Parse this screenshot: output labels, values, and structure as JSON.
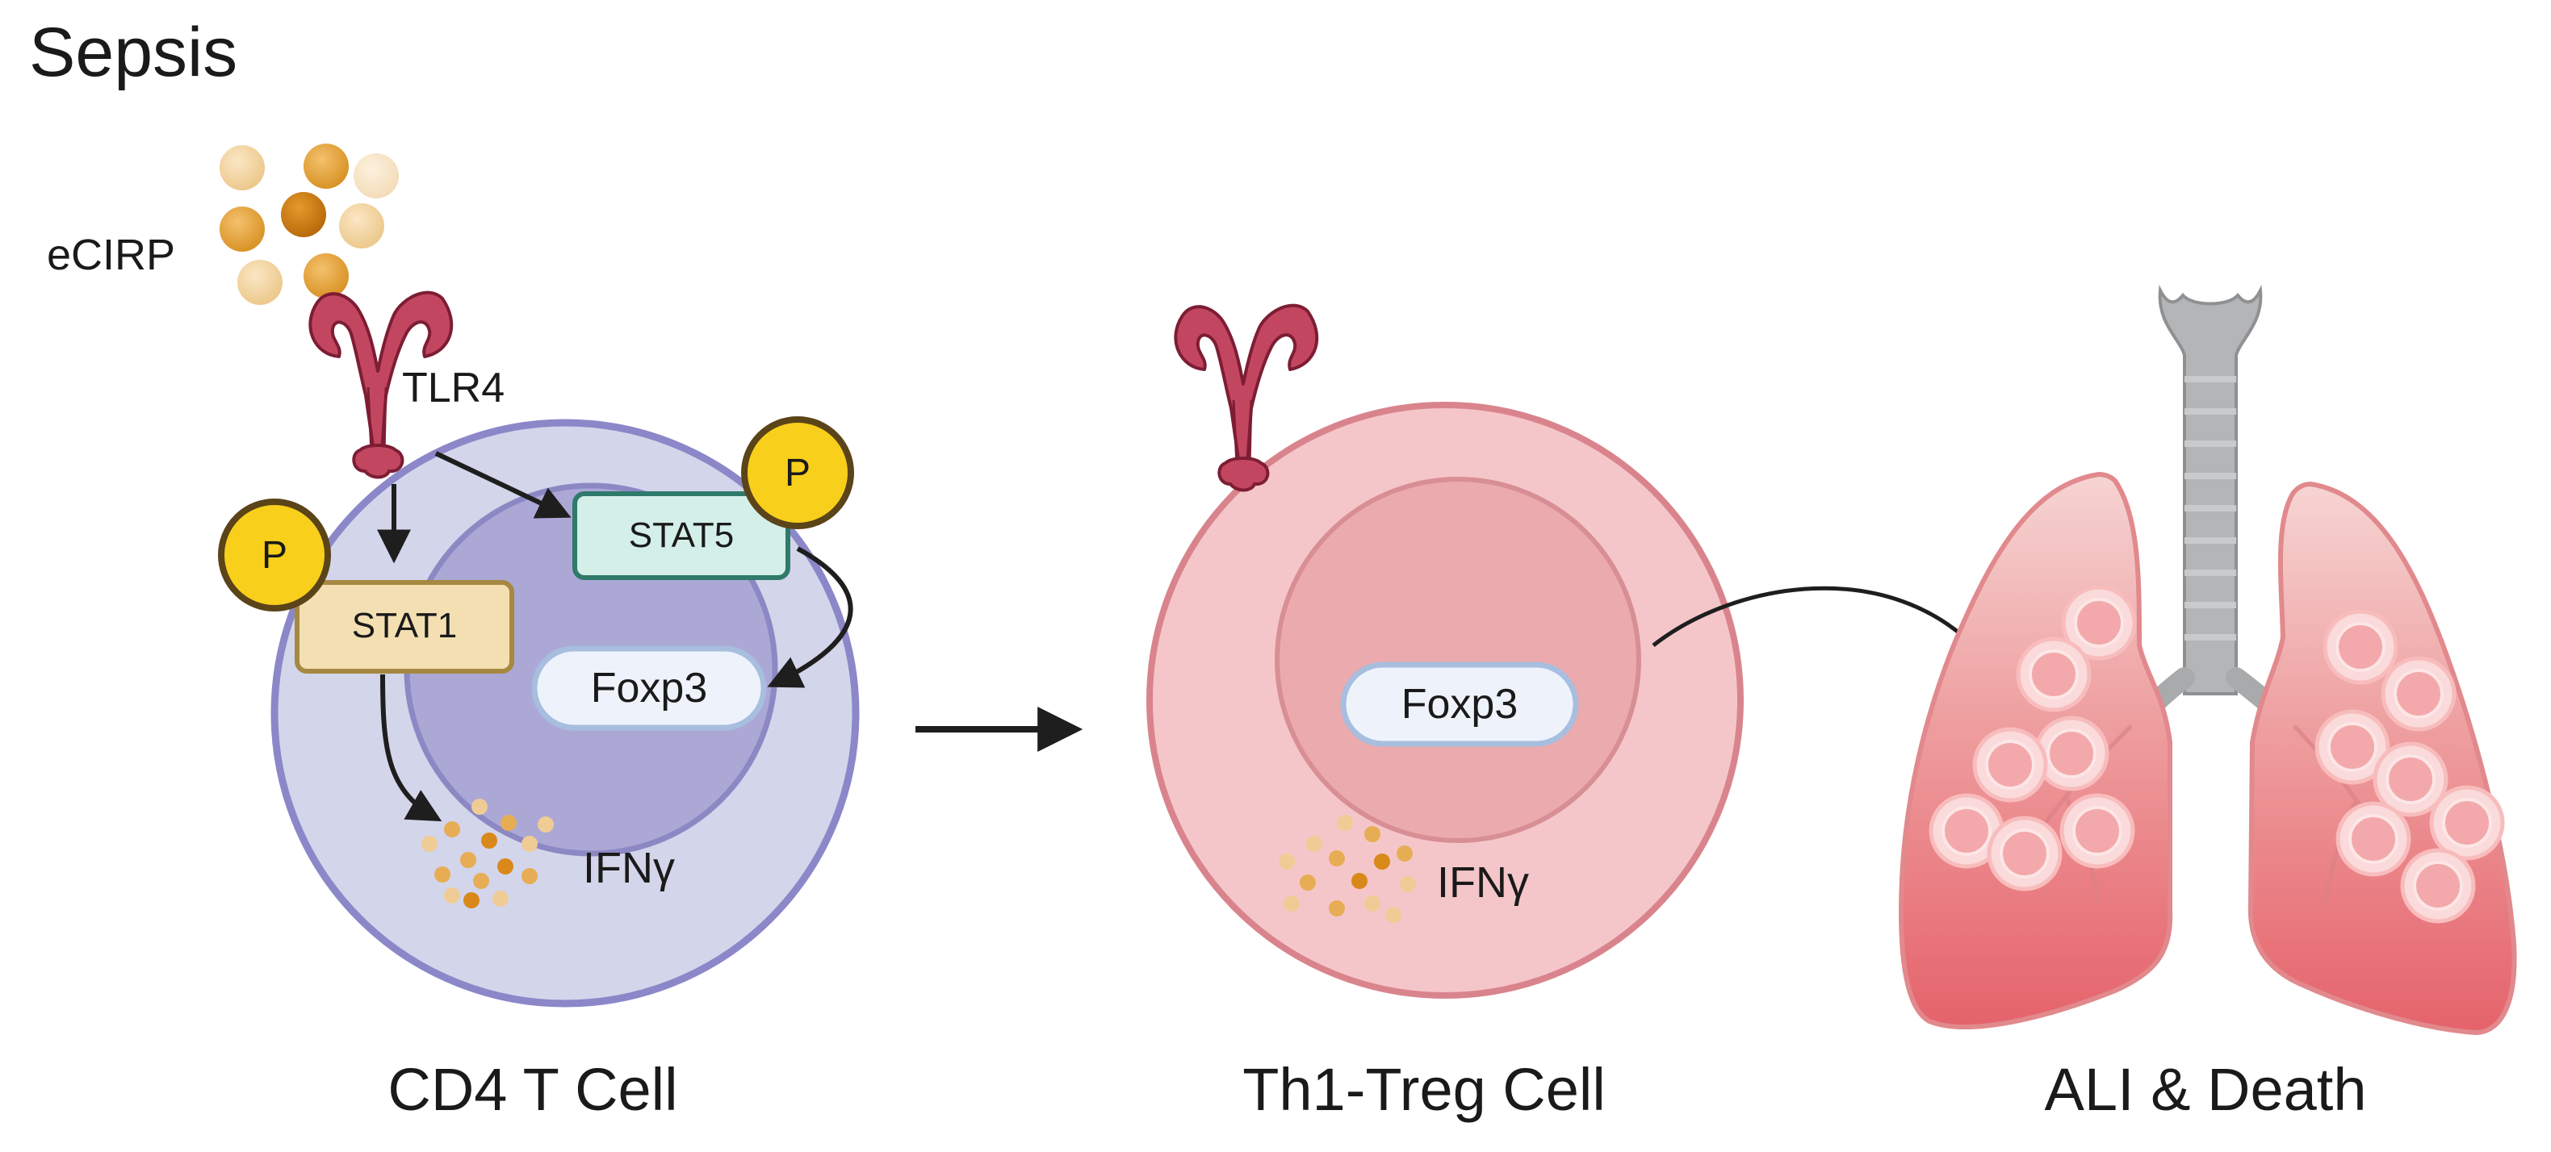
{
  "title": "Sepsis",
  "labels": {
    "ecirp": "eCIRP",
    "tlr4": "TLR4",
    "stat1": "STAT1",
    "stat5": "STAT5",
    "phospho": "P",
    "foxp3": "Foxp3",
    "ifng": "IFNγ"
  },
  "panels": {
    "cd4": "CD4 T Cell",
    "treg": "Th1-Treg Cell",
    "ali": "ALI & Death"
  },
  "colors": {
    "cd4_membrane": "#8b87c8",
    "cd4_cytoplasm": "#d3d5ea",
    "cd4_nucleus": "#aca8d6",
    "treg_membrane": "#d9848d",
    "treg_cytoplasm": "#f5c6c9",
    "treg_nucleus": "#ebaaae",
    "receptor": "#c34660",
    "phospho": "#f8cf1b",
    "stat1": "#f3dfb2",
    "stat5": "#d3efe8",
    "foxp3": "#eef3fb",
    "cytokine": "#e09b2b",
    "lung": "#e9737a",
    "trachea": "#a9aaac"
  },
  "icons": [
    "receptor-icon",
    "ecirp-particles",
    "cytokine-dots",
    "lungs-icon",
    "trachea-icon"
  ]
}
